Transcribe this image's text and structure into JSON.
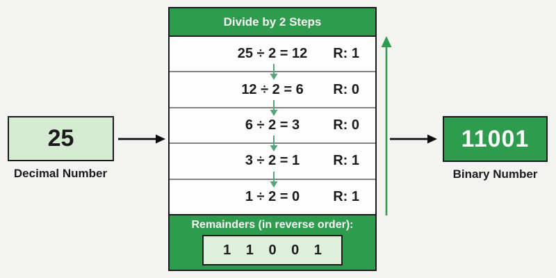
{
  "colors": {
    "green": "#2e9b4e",
    "dark_border": "#1a1a1a",
    "light_green_fill": "#d6ecd2",
    "result_box_fill": "#def0da",
    "row_divider": "#828282",
    "step_arrow_green": "#57a57c",
    "text_dark": "#1b1b1b",
    "background": "#f3f3f1",
    "white_text": "#f7f9f5"
  },
  "decimal": {
    "value": "25",
    "label": "Decimal Number"
  },
  "binary": {
    "value": "11001",
    "label": "Binary Number"
  },
  "table": {
    "title": "Divide by 2 Steps",
    "steps": [
      {
        "expression": "25 ÷ 2 = 12",
        "remainder": "R: 1"
      },
      {
        "expression": "12 ÷ 2 = 6",
        "remainder": "R: 0"
      },
      {
        "expression": "6 ÷ 2 = 3",
        "remainder": "R: 0"
      },
      {
        "expression": "3 ÷ 2 = 1",
        "remainder": "R: 1"
      },
      {
        "expression": "1 ÷ 2 = 0",
        "remainder": "R: 1"
      }
    ],
    "footer_label": "Remainders (in reverse order):",
    "footer_result": "1 1 0 0 1"
  }
}
